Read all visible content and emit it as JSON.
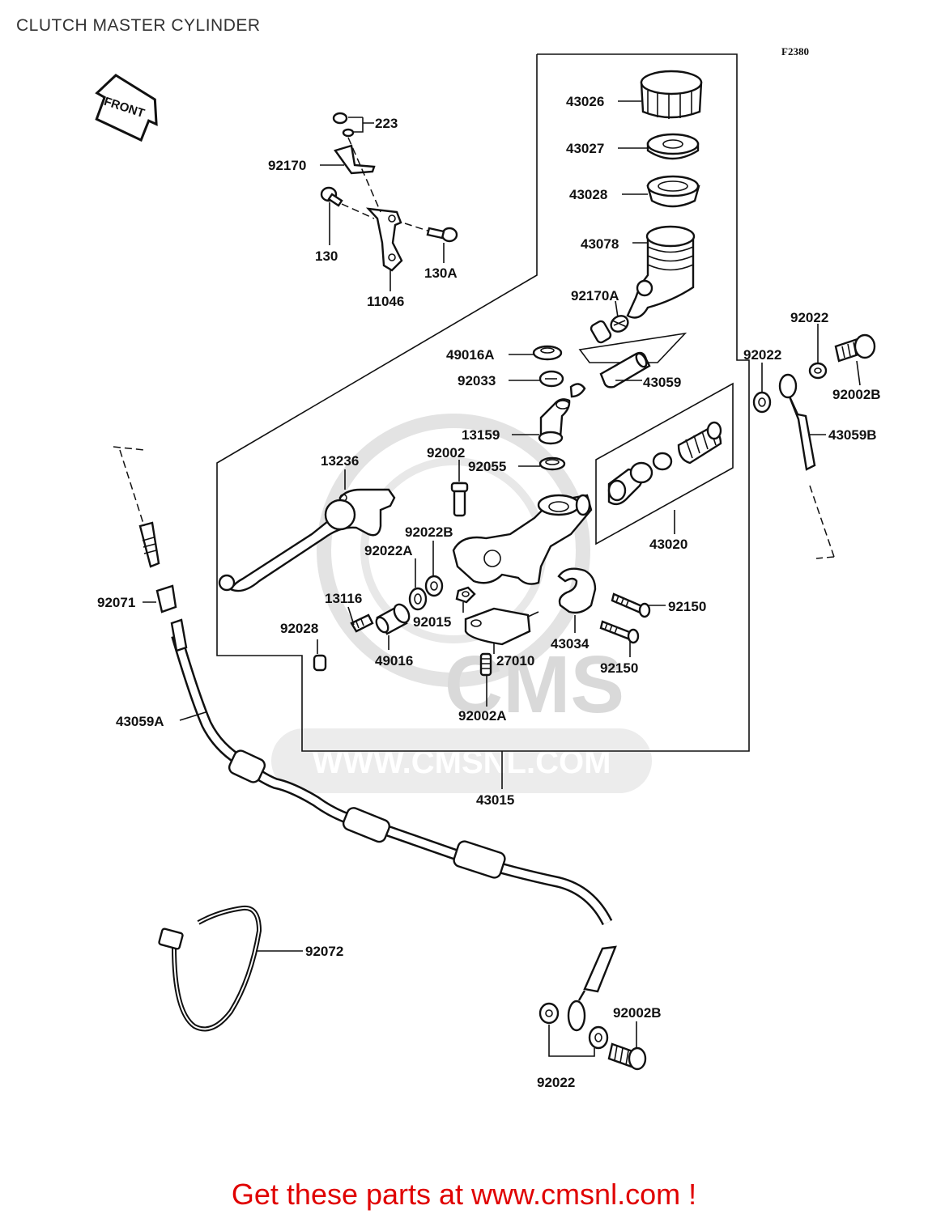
{
  "title": "CLUTCH MASTER CYLINDER",
  "figure_code": "F2380",
  "front_label": "FRONT",
  "watermark": {
    "logo_text": "CMS",
    "url_text": "WWW.CMSNL.COM"
  },
  "footer": "Get these parts at www.cmsnl.com !",
  "colors": {
    "footer": "#e00000",
    "lines": "#111111",
    "watermark": "#d9d9d9"
  },
  "part_labels": {
    "p43026": "43026",
    "p43027": "43027",
    "p43028": "43028",
    "p43078": "43078",
    "p92170A": "92170A",
    "p49016A": "49016A",
    "p92033": "92033",
    "p43059": "43059",
    "p13159": "13159",
    "p92002_top": "92002",
    "p92055": "92055",
    "p13236": "13236",
    "p92022B": "92022B",
    "p92022A": "92022A",
    "p43020": "43020",
    "p92022_right_a": "92022",
    "p92022_right_b": "92022",
    "p92002B_right": "92002B",
    "p43059B": "43059B",
    "p223": "223",
    "p92170": "92170",
    "p130": "130",
    "p130A": "130A",
    "p11046": "11046",
    "p92071": "92071",
    "p13116": "13116",
    "p92015": "92015",
    "p92028": "92028",
    "p49016": "49016",
    "p27010": "27010",
    "p43034": "43034",
    "p92150_a": "92150",
    "p92150_b": "92150",
    "p92002A": "92002A",
    "p43059A": "43059A",
    "p43015": "43015",
    "p92072": "92072",
    "p92002B_bottom": "92002B",
    "p92022_bottom": "92022"
  }
}
